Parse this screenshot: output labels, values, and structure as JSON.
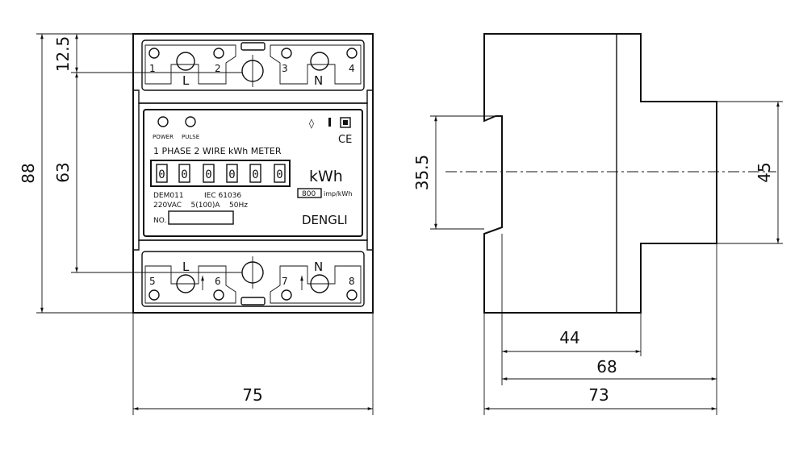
{
  "front_view": {
    "terminal_numbers_top": [
      "1",
      "2",
      "3",
      "4"
    ],
    "terminal_numbers_bottom": [
      "5",
      "6",
      "7",
      "8"
    ],
    "line_label": "L",
    "neutral_label": "N",
    "indicator_power": "POWER",
    "indicator_pulse": "PULSE",
    "meter_title": "1 PHASE 2 WIRE kWh METER",
    "counter_digits": [
      "0",
      "0",
      "0",
      "0",
      "0",
      "0"
    ],
    "unit": "kWh",
    "impulse_rate": "800",
    "impulse_unit": "imp/kWh",
    "model": "DEM011",
    "standard": "IEC 61036",
    "ratings": "220VAC    5(100)A    50Hz",
    "serial_label": "NO.",
    "brand": "DENGLI",
    "ce_mark": "CE"
  },
  "dimensions": {
    "overall_height": "88",
    "top_offset": "12.5",
    "module_height": "63",
    "width": "75",
    "rail_width": "35.5",
    "front_height": "45",
    "depth_body": "44",
    "depth_mid": "68",
    "depth_total": "73"
  }
}
